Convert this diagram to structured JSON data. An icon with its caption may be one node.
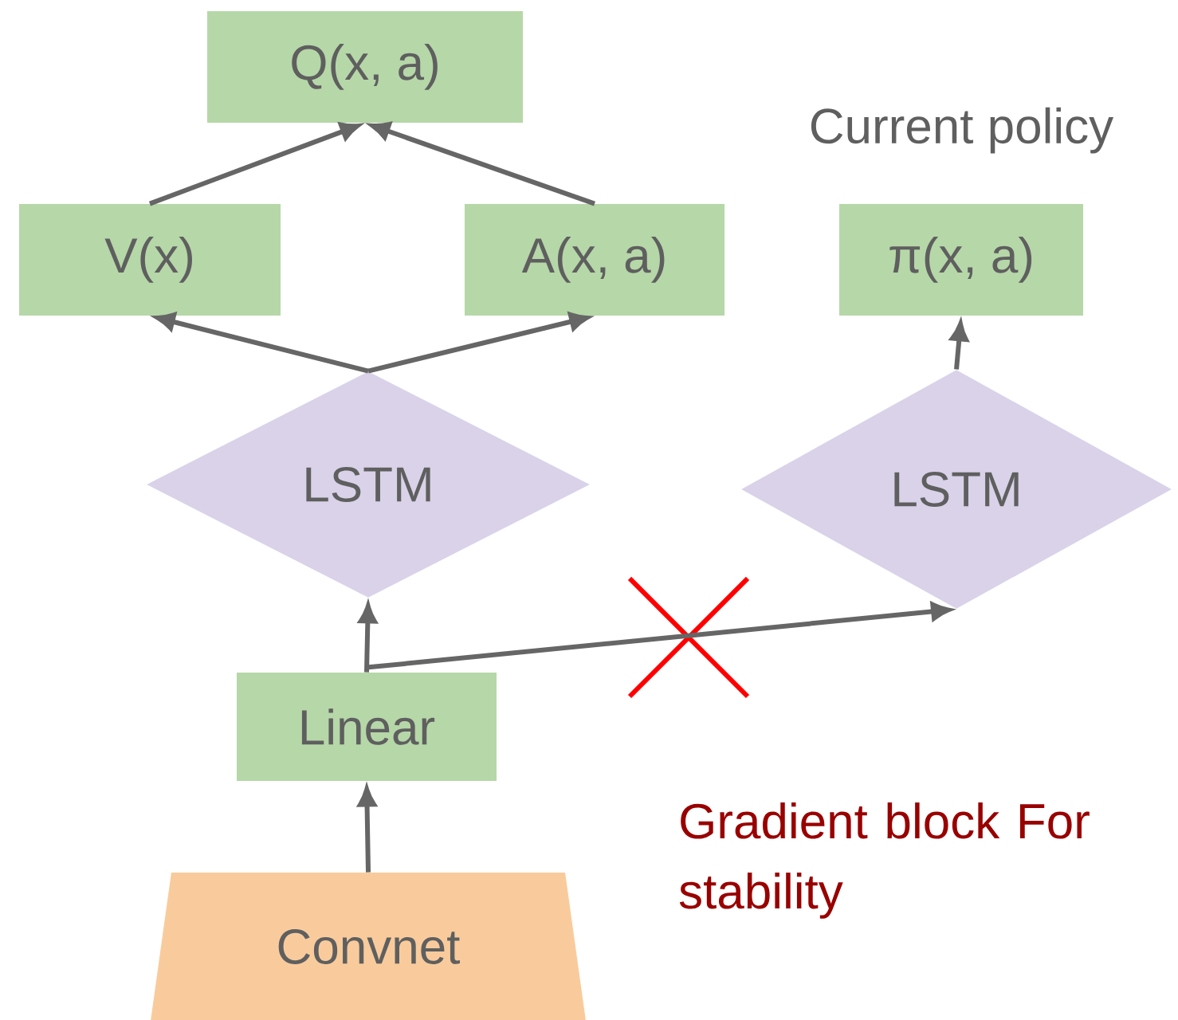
{
  "diagram": {
    "nodes": [
      {
        "text": [
          "Q(x, a)"
        ]
      },
      {
        "text": [
          "V(x)"
        ]
      },
      {
        "text": [
          "A(x, a)"
        ]
      },
      {
        "text": [
          "π(x, a)"
        ],
        "beside": [
          "Current policy"
        ]
      },
      {
        "text": [
          "LSTM"
        ]
      },
      {
        "text": [
          "LSTM"
        ]
      },
      {
        "text": [
          "Linear"
        ]
      },
      {
        "text": [
          "Convnet"
        ]
      }
    ],
    "edges": [
      {
        "from": 1,
        "to": 0,
        "arrow": "to"
      },
      {
        "from": 2,
        "to": 0,
        "arrow": "to"
      },
      {
        "from": 4,
        "to": 1,
        "arrow": "to"
      },
      {
        "from": 4,
        "to": 2,
        "arrow": "to"
      },
      {
        "from": 5,
        "to": 3,
        "arrow": "to"
      },
      {
        "from": 6,
        "to": 4,
        "arrow": "to"
      },
      {
        "from": 6,
        "to": 5,
        "arrow": "to"
      },
      {
        "from": 7,
        "to": 6,
        "arrow": "to"
      }
    ],
    "labels": [
      "Gradient block For stability"
    ]
  }
}
